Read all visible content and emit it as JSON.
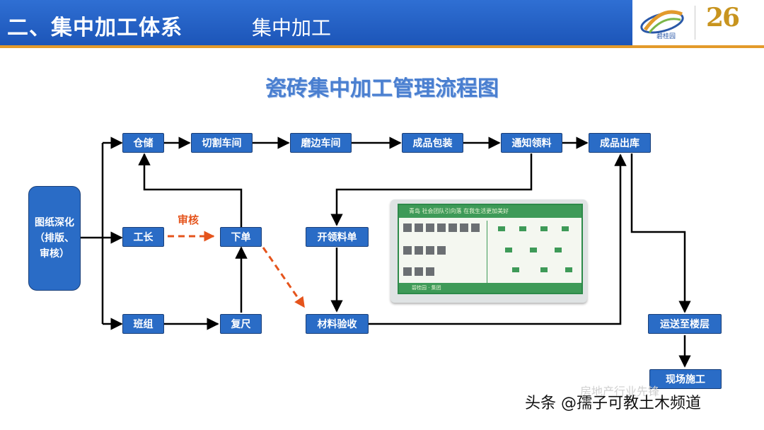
{
  "header": {
    "title": "二、集中加工体系",
    "subtitle": "集中加工",
    "brand_text": "碧桂园",
    "anniversary": "26"
  },
  "diagram": {
    "title": "瓷砖集中加工管理流程图",
    "nodes": {
      "drawing": "图纸深化（排版、审核）",
      "storage": "仓储",
      "cutting": "切割车间",
      "edging": "磨边车间",
      "packing": "成品包装",
      "notify": "通知领料",
      "outbound": "成品出库",
      "foreman": "工长",
      "order": "下单",
      "requisition": "开领料单",
      "team": "班组",
      "remeasure": "复尺",
      "acceptance": "材料验收",
      "transport": "运送至楼层",
      "construction": "现场施工"
    },
    "review_label": "审核",
    "photo_caption": "青岛 社会团队引向落 在我生活更加美好",
    "photo_footer": "碧桂园 · 集团"
  },
  "watermark": {
    "text": "头条 @孺子可教土木频道",
    "faint_text": "房地产行业先锋"
  },
  "colors": {
    "box_fill": "#2a6cc6",
    "arrow": "#000000",
    "dashed_arrow": "#e5541c",
    "header": "#2361c4"
  }
}
